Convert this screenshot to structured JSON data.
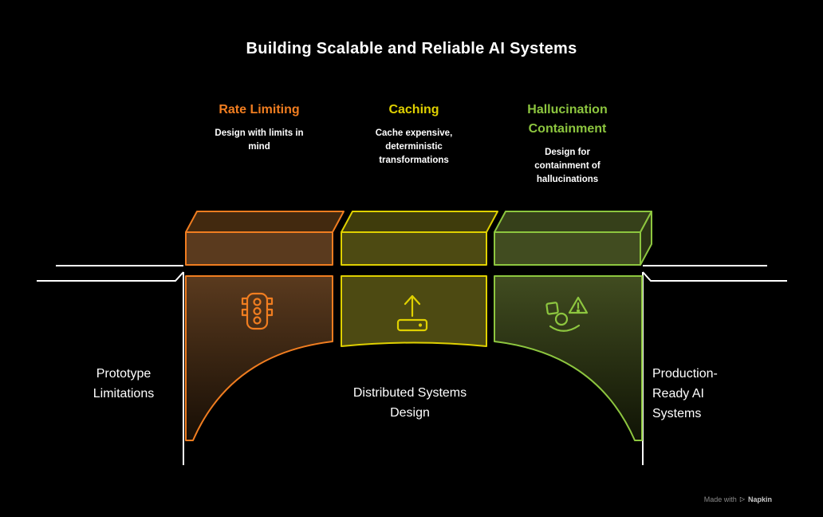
{
  "title": "Building Scalable and Reliable AI Systems",
  "colors": {
    "background": "#000000",
    "orange": "#F07D20",
    "yellow": "#DFD000",
    "green": "#8DC63F",
    "line": "#FFFFFF"
  },
  "pillars": [
    {
      "label": "Rate Limiting",
      "description": "Design with limits in\nmind",
      "color": "#F07D20",
      "icon": "traffic-light-icon"
    },
    {
      "label": "Caching",
      "description": "Cache expensive,\ndeterministic\ntransformations",
      "color": "#DFD000",
      "icon": "cache-upload-icon"
    },
    {
      "label": "Hallucination\nContainment",
      "description": "Design for\ncontainment of\nhallucinations",
      "color": "#8DC63F",
      "icon": "hallucination-containment-icon"
    }
  ],
  "stages": {
    "left": "Prototype\nLimitations",
    "center": "Distributed Systems\nDesign",
    "right": "Production-\nReady AI\nSystems"
  },
  "watermark": {
    "prefix": "Made with",
    "brand": "Napkin"
  }
}
